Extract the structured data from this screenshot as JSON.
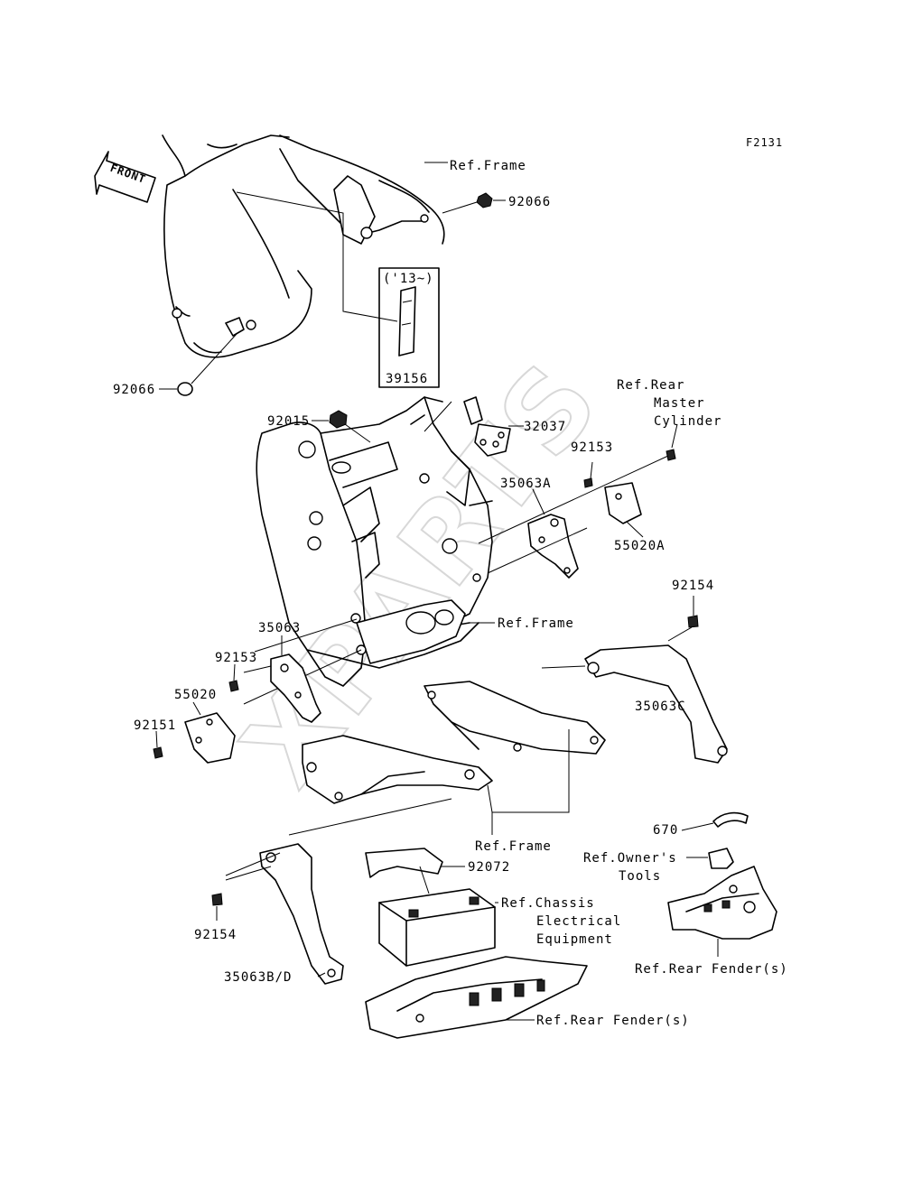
{
  "figure_code": "F2131",
  "front_arrow_label": "FRONT",
  "watermark": "XPARTS",
  "labels": {
    "ref_frame_top": "Ref.Frame",
    "p92066_top": "92066",
    "year_note": "('13~)",
    "p39156": "39156",
    "p92066_left": "92066",
    "ref_rear_master_1": "Ref.Rear",
    "ref_rear_master_2": "Master",
    "ref_rear_master_3": "Cylinder",
    "p92015": "92015",
    "p32037": "32037",
    "p92153_top": "92153",
    "p35063A": "35063A",
    "p55020A": "55020A",
    "p92154_right": "92154",
    "ref_frame_mid": "Ref.Frame",
    "p35063": "35063",
    "p92153_left": "92153",
    "p55020": "55020",
    "p92151": "92151",
    "p35063C": "35063C",
    "ref_frame_bottom": "Ref.Frame",
    "p670": "670",
    "ref_owners_1": "Ref.Owner's",
    "ref_owners_2": "Tools",
    "p92072": "92072",
    "ref_chassis_1": "Ref.Chassis",
    "ref_chassis_2": "Electrical",
    "ref_chassis_3": "Equipment",
    "p92154_left": "92154",
    "p35063BD": "35063B/D",
    "ref_rear_fender_right": "Ref.Rear Fender(s)",
    "ref_rear_fender_bottom": "Ref.Rear Fender(s)"
  }
}
